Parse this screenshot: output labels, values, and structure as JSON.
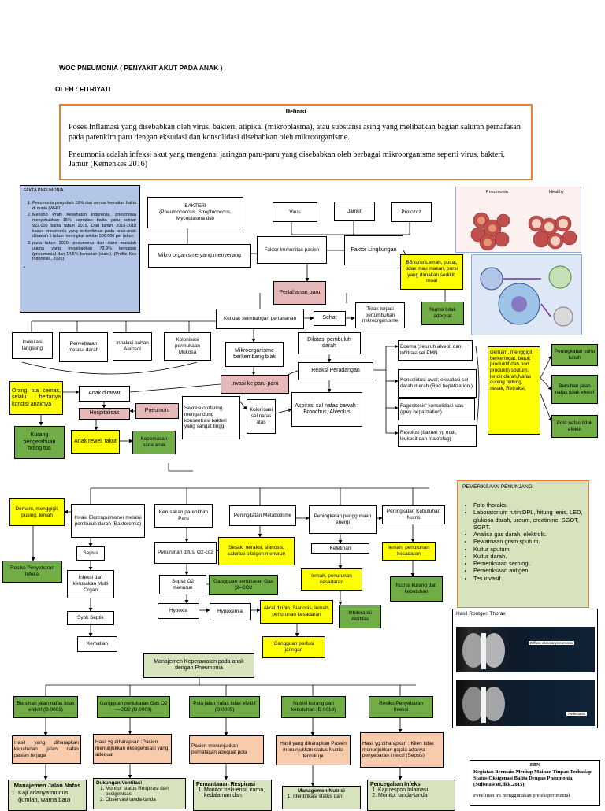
{
  "header": {
    "title": "WOC PNEUMONIA  ( PENYAKIT AKUT PADA ANAK )",
    "author": "OLEH : FITRIYATI"
  },
  "definition": {
    "heading": "Definisi",
    "p1": "Poses Inflamasi yang disebabkan oleh virus, bakteri, atipikal (mikroplasma), atau substansi asing yang melibatkan bagian saluran pernafasan pada parenkim paru dengan eksudasi dan konsolidasi disebabkan oleh mikroorganisme.",
    "p2": "Pneumonia adalah infeksi akut yang mengenai jaringan paru-paru yang disebabkan oleh berbagai mikroorganisme seperti virus, bakteri, Jamur (Kemenkes 2016)"
  },
  "fakta": {
    "heading": "FAKTA PNEUMONIA",
    "items": [
      "Pneumonia penyebab 15% dari semua kematian balita di dunia (WHO)",
      "Menurut Profil Kesehatan Indonesia, pneumonia menyebabkan 15% kematian balita yaitu sekitar 922.000 balita tahun 2015. Dari tahun 2015-2018 kasus pneumonia yang terkonfimasi pada anak-anak dibawah 5 tahun meningkat sekitar 500.000 per tahun",
      "pada tahun 2020, pneumonia dan diare masalah utama yang meyebabkan 73,9% kematian (pneumonia) dan 14,5% kematian (diare). (Profile Kes Indonesia, 2020)"
    ],
    "bullet": "•"
  },
  "nodes": {
    "bakteri": "BAKTERI\n(Pneumococcus, Streptococcus, Mycoplasma dsb",
    "virus": "Virus",
    "jamur": "Jamur",
    "protozoa": "Protozoz",
    "mikro": "Mikro organisme yang menyerang",
    "imunitas": "Faktor Immunitas pasien",
    "lingkungan": "Faktor Lingkungan",
    "bb_turun": "BB turunLemah, pucat, tidak mau makan, porsi yang dimakan sedikit, mual",
    "pertahanan": "Pertahanan paru",
    "ketidak": "Ketidak seimbangan pertahanan",
    "sehat": "Sehat",
    "tidak_terjadi": "Tidak terjadi pertumbuhan mikroorganisme",
    "nutrisi_tidak": "Nutrisi tidak adequat",
    "inokulasi": "Inokulasi langsung",
    "penyebaran": "Penyebaran melalui darah",
    "inhalasi": "Inhalasi bahan Aerosol",
    "kolonisasi1": "Kolonisasi permukaan Mukosa",
    "mikro_berkembang": "Mikroorganisme berkembang biak",
    "dilatasi": "Dilatasi pembuluh darah",
    "reaksi": "Reaksi Peradangan",
    "edema": "Edema (seluruh alveoli dan infiltrasi sel PMN",
    "konsolidasi": "Konsolidasi awal; eksudasi sel darah merah (Red hepatization )",
    "fagositosis": "Fagositosis' konsolidasi luas (grey hepatization)",
    "resolusi": "Resolusi (bakteri yg mati, leukosit dan makrofag)",
    "demam_batuk": "Demam, menggigil, berkeringat, batuk produktif dan non produkti) sputum, lendir darah,Nafas cuping hidung, sesak, Retraksi,",
    "suhu": "Peningkatan suhu tubuh",
    "bersihan": "Bersihan jalan nafas tidak efektif",
    "pola_nafas": "Pola nafas tidak efektif",
    "orang_tua": "Orang tua cemas, selalu bertanya kondisi anaknya",
    "anak_dirawat": "Anak dirawat",
    "hospitalisasi": "Hospitalisas",
    "pneumoni": "Pneumoni",
    "invasi": "Invasi ke paru-paru",
    "sekresi": "Sekresi orofaring mengandung konsentrasi bakteri yang sangat tinggi",
    "kolonisasi2": "Kolonisasi sel nafas atas",
    "aspirasi": "Aspirasi sal nafas bawah : Bronchus, Alveolus",
    "kurang": "Kurang pengetahuan orang tua",
    "rewel": "Anak rewel, takut",
    "kecemasan": "Kecemasan pada anak",
    "demam2": "Demam, menggigil, pusing, lemah",
    "ekstrapulmoner": "Invasi Ekstrapulmoner melalui pembuluh darah (Bakteremia)",
    "kerusakan": "Kerusakan parenkhim Paru",
    "metabolisme": "Peningkatan Metabolisme",
    "energi": "Peningkatan penggunaan energi",
    "kebutuhan_nutris": "Peningkatan Kebutuhan Nutris",
    "resiko_pen": "Resiko Penyebaran Infeksi",
    "sepsis": "Sepsis",
    "sesak": "Sesak, retraksi, sianosis, saturasi oksigen menurun",
    "penurunan_difusi": "Penurunan difusi O2-co2",
    "keletihan": "Keletihan",
    "lemah1": "lemah, penurunan kesadaran",
    "infeksi_organ": "Infeksi dan kerusakan Multi Organ",
    "suplai": "Suplai O2 menurun",
    "gangguan_gas": "Gangguan pertukaran Gas )2=CO2",
    "lemah2": "lemah, penurunan kesadaran",
    "nutrisi_kurang": "Nutrisi kurang dari kebutuhan",
    "hypoxia": "Hypoxia",
    "hyppxemia": "Hyppxemia",
    "akral": "Akral dinhin, Sianosis, lemah, penurunan kesadaran",
    "intoleransi": "Intoleransi Aktifitas",
    "syok": "Syok Septik",
    "kematian": "Kematian",
    "perfusi": "Gangguan perfusi jaringan",
    "manajemen": "Manajemen Keperawatan pada anak dengan Pneumonia"
  },
  "diagnoses": [
    {
      "label": "Bersihan jalan nafas tidak efektif (D.0001)",
      "outcome": "Hasil yang diharapkan kepatenan jalan nafas pasien terjaga",
      "plan": "Manajemen Jalan Nafas",
      "items": [
        "Kaji adanya mucus (jumlah, warna bau)"
      ]
    },
    {
      "label": "Gangguan pertukaran Gas O2—CO2 (D.0003)",
      "outcome": "Hasil yg diharapkan :Pasien menunjukkan oksegenisasi yang adequat",
      "plan": "Dukungan Ventilasi",
      "items": [
        "Monitor status Respirasi dan oksigenisasi",
        "Observasi tanda-tanda"
      ]
    },
    {
      "label": "Pola jalan nafas tidak efektif (D.0005)",
      "outcome": "Pasien menunjukkan pernafasan adequat pola",
      "plan": "Pemantauan Respirasi",
      "items": [
        "Monitor frekuensi, irama, kedalaman dan"
      ]
    },
    {
      "label": "Nutrisi kurang dari kebutuhan (D.0019)",
      "outcome": "Hasil yang diharapkan Pasien menunjukkan status Nutrisi tercukupi",
      "plan": "Managemen Nutrisi",
      "items": [
        "Identifikasi status dan"
      ]
    },
    {
      "label": "Resiko Penyebaran Infeksi",
      "outcome": "Hasil yg diharapkan : Klien tidak menunjukkan gejala adanya penyebaran infeksi (Sepsis)",
      "plan": "Pencegahan Infeksi",
      "items": [
        "Kaji respon Inlamasi",
        "Monitor tanda-tanda"
      ]
    }
  ],
  "penunjang": {
    "heading": "PEMERIKSAAN PENUNJANG:",
    "items": [
      "Foto thoraks.",
      "Laboratorium rutin:DPL, hitung jenis, LED, glukosa darah, ureum, creatinine, SGOT, SGPT.",
      "Analisa gas darah, elektrolit.",
      "Pewarnaan gram sputum.",
      "Kultur sputum.",
      "Kultur darah.",
      "Pemeriksaan serologi.",
      "Pemeriksaan antigen.",
      "Tes invasif"
    ]
  },
  "images": {
    "lung_labels": [
      "Pneumonia",
      "Healthy"
    ],
    "xray_title": "Hasil Rontgen Thorax",
    "xray_label1": "Diffuse alveolar pneumonia",
    "xray_label2": "Atelectasis"
  },
  "ebn": {
    "heading": "EBN",
    "title": "Kegiatan Bermain Meniup Mainan Tiupan Terhadap Status Oksigenasi Balita Dengan Pneumonia.(Sulisnawati,dkk.2015)",
    "body": "Penelitian ini menggunakan pre eksperimental"
  },
  "colors": {
    "yellow": "#ffff00",
    "green": "#70ad47",
    "pink": "#e6b8b7",
    "peach": "#f8cbad",
    "olive": "#d6e3bc",
    "blue_box": "#b4c6e7",
    "orange_border": "#ed7d31"
  }
}
